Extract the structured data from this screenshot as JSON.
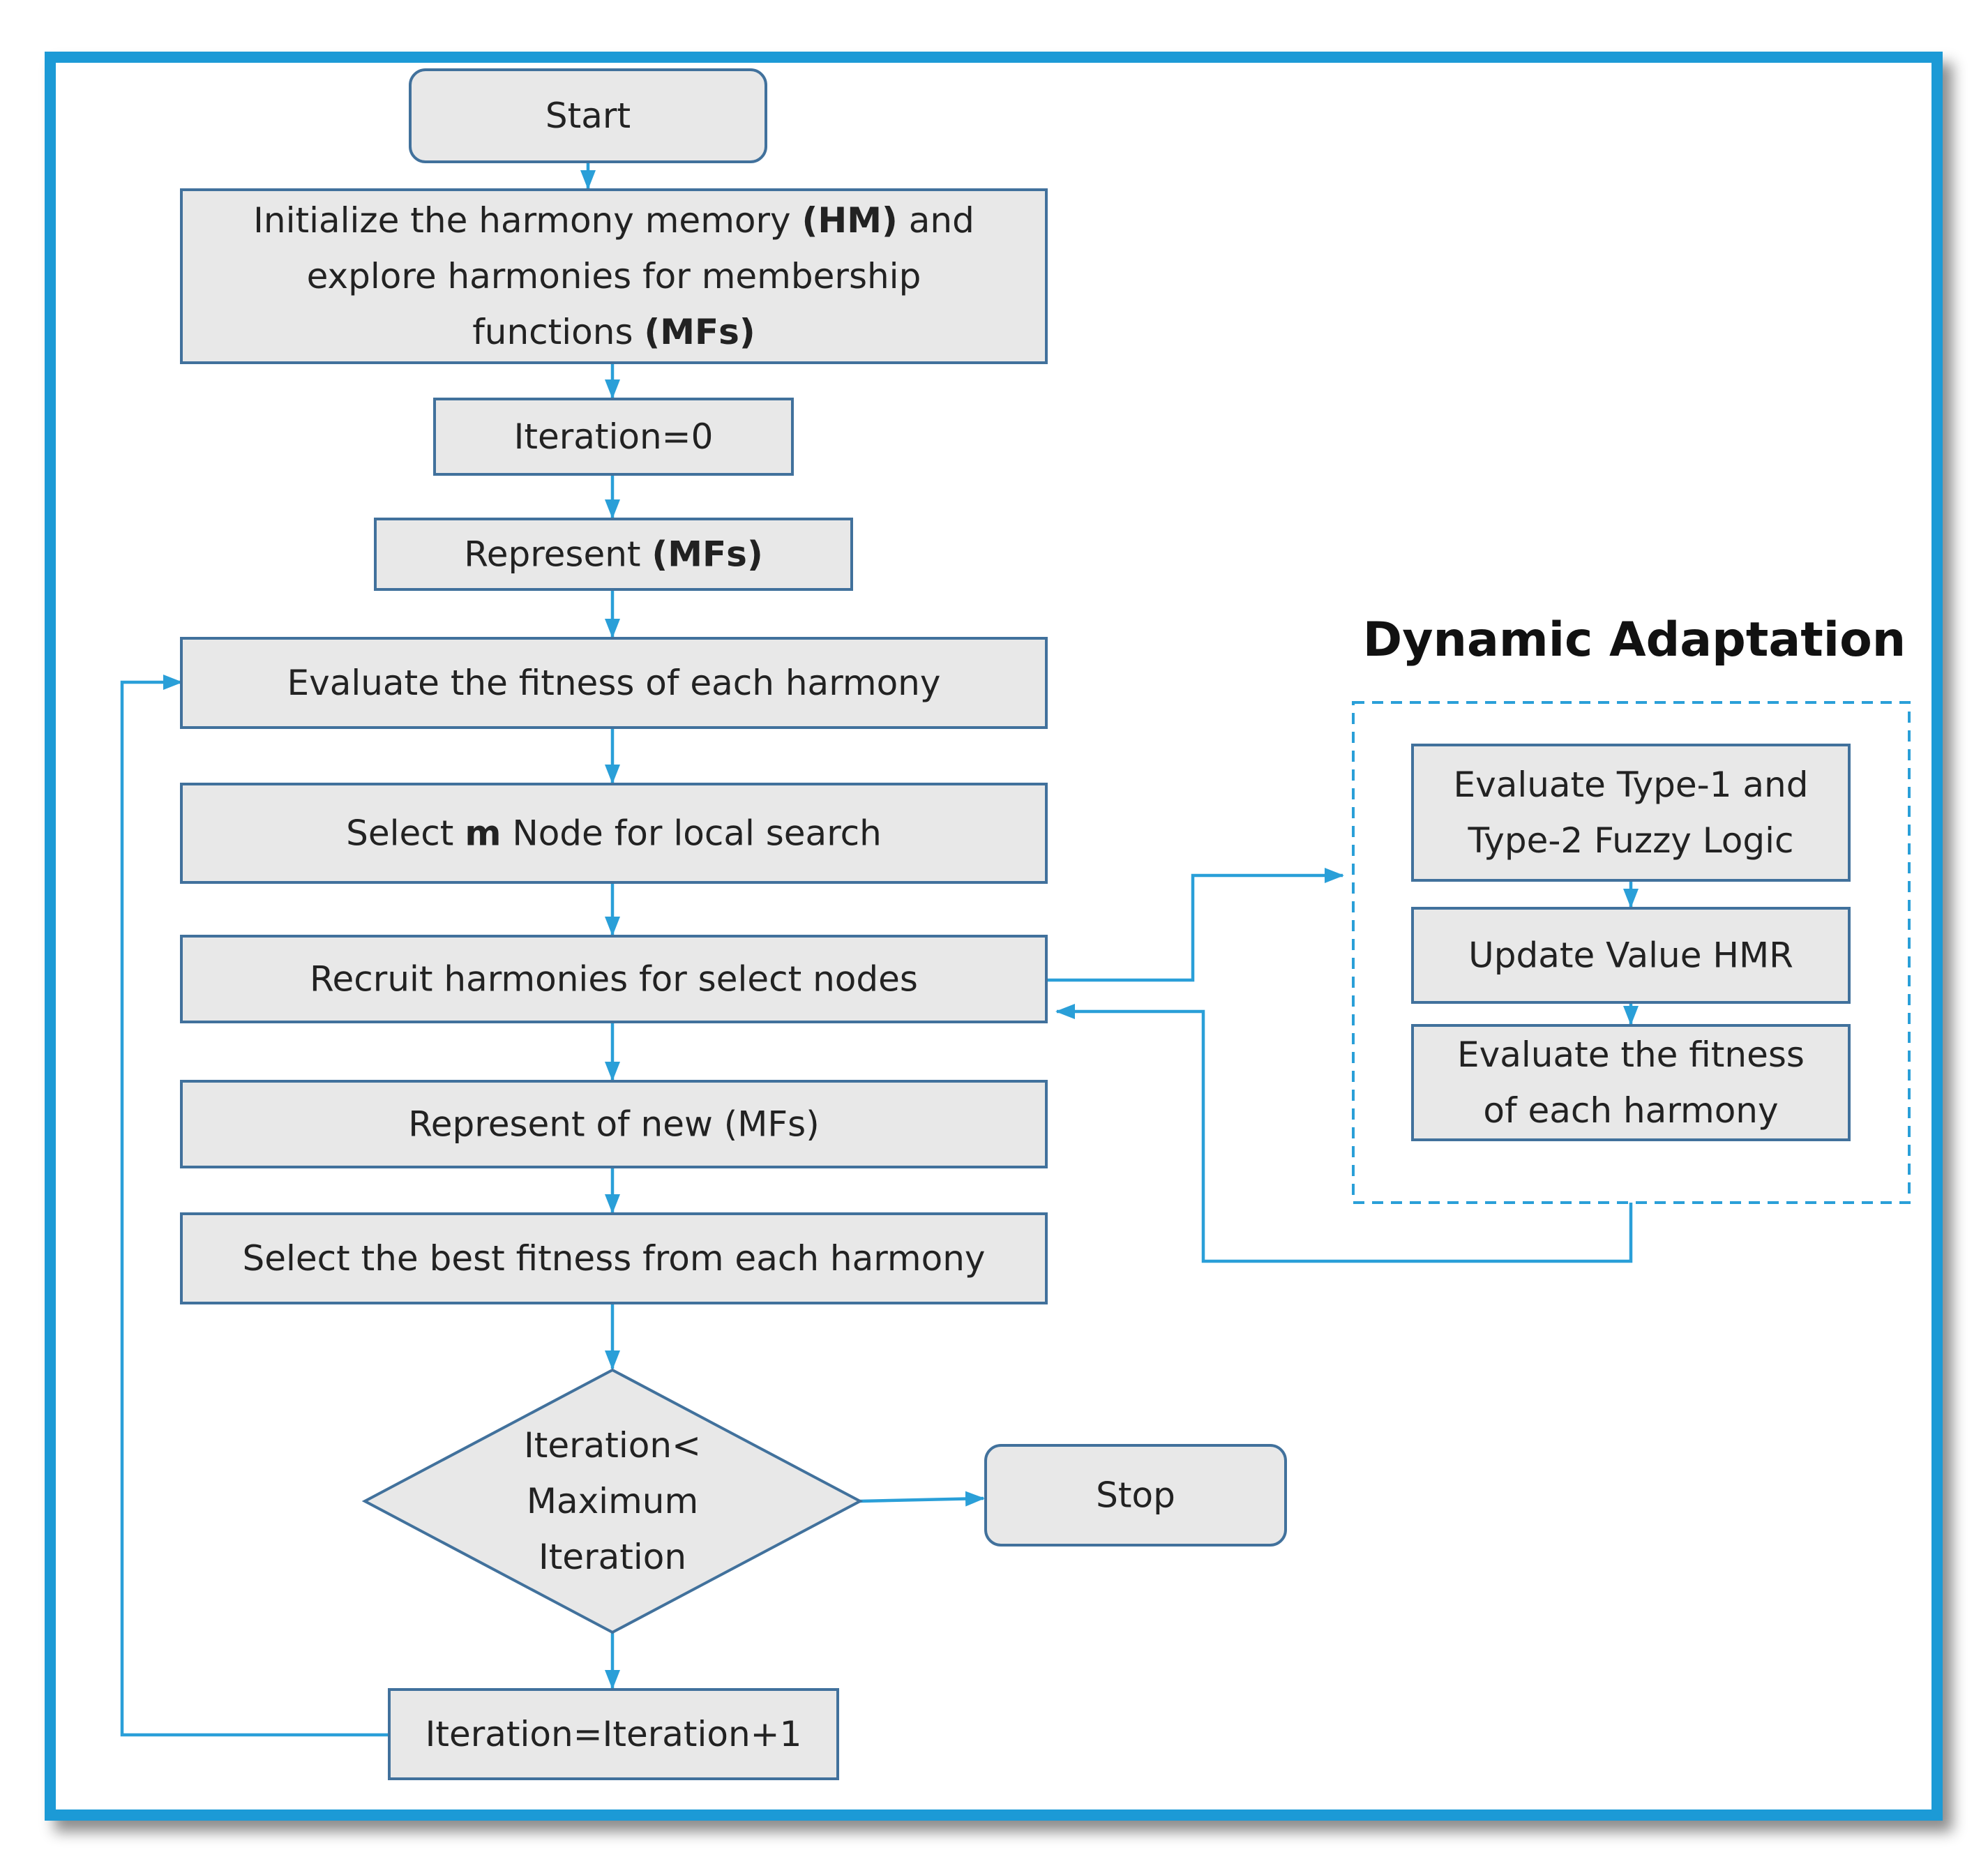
{
  "colors": {
    "frame": "#1c9ad6",
    "connector": "#2a9fd8",
    "box_fill": "#e8e8e8",
    "box_stroke": "#41719c",
    "text": "#222222"
  },
  "nodes": {
    "start": {
      "lines": [
        [
          {
            "t": "Start"
          }
        ]
      ]
    },
    "init_hm": {
      "lines": [
        [
          {
            "t": "Initialize the harmony memory "
          },
          {
            "t": "(HM)",
            "b": true
          },
          {
            "t": " and"
          }
        ],
        [
          {
            "t": "explore harmonies for membership"
          }
        ],
        [
          {
            "t": "functions "
          },
          {
            "t": "(MFs)",
            "b": true
          }
        ]
      ]
    },
    "iter_zero": {
      "lines": [
        [
          {
            "t": "Iteration=0"
          }
        ]
      ]
    },
    "represent_mfs": {
      "lines": [
        [
          {
            "t": "Represent "
          },
          {
            "t": "(MFs)",
            "b": true
          }
        ]
      ]
    },
    "evaluate_fitness": {
      "lines": [
        [
          {
            "t": "Evaluate the fitness of each harmony"
          }
        ]
      ]
    },
    "select_nodes": {
      "lines": [
        [
          {
            "t": "Select "
          },
          {
            "t": "m",
            "b": true
          },
          {
            "t": " Node for local search"
          }
        ]
      ]
    },
    "recruit": {
      "lines": [
        [
          {
            "t": "Recruit harmonies for select nodes"
          }
        ]
      ]
    },
    "represent_new": {
      "lines": [
        [
          {
            "t": "Represent of new (MFs)"
          }
        ]
      ]
    },
    "select_best": {
      "lines": [
        [
          {
            "t": "Select the best fitness from each harmony"
          }
        ]
      ]
    },
    "decision": {
      "lines": [
        [
          {
            "t": "Iteration<"
          }
        ],
        [
          {
            "t": "Maximum"
          }
        ],
        [
          {
            "t": "Iteration"
          }
        ]
      ]
    },
    "stop": {
      "lines": [
        [
          {
            "t": "Stop"
          }
        ]
      ]
    },
    "iter_inc": {
      "lines": [
        [
          {
            "t": "Iteration=Iteration+1"
          }
        ]
      ]
    },
    "da_eval_types": {
      "lines": [
        [
          {
            "t": "Evaluate Type-1 and"
          }
        ],
        [
          {
            "t": "Type-2 Fuzzy Logic"
          }
        ]
      ]
    },
    "da_update_hmr": {
      "lines": [
        [
          {
            "t": "Update Value HMR"
          }
        ]
      ]
    },
    "da_eval_fitness": {
      "lines": [
        [
          {
            "t": "Evaluate the fitness"
          }
        ],
        [
          {
            "t": "of each harmony"
          }
        ]
      ]
    }
  },
  "dynamic_adaptation": {
    "title": "Dynamic Adaptation"
  }
}
